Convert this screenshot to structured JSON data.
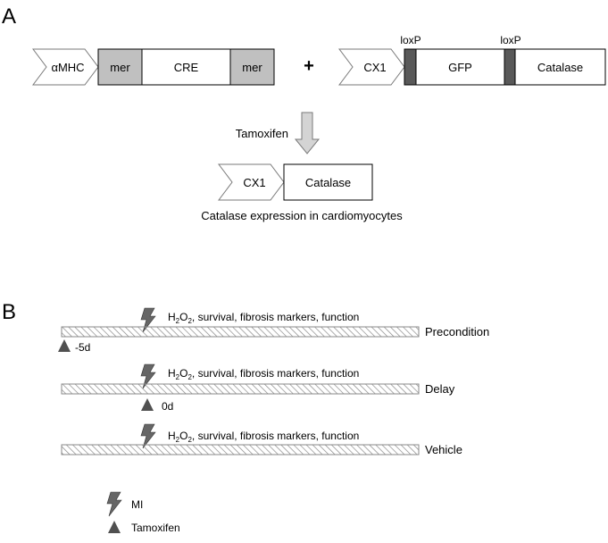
{
  "panel_a": {
    "label": "A",
    "construct1": {
      "promoter": "αMHC",
      "segments": [
        "mer",
        "CRE",
        "mer"
      ]
    },
    "plus": "+",
    "construct2": {
      "promoter": "CX1",
      "loxp_left": "loxP",
      "loxp_right": "loxP",
      "segments": [
        "GFP",
        "Catalase"
      ]
    },
    "treatment": "Tamoxifen",
    "result": {
      "promoter": "CX1",
      "segment": "Catalase"
    },
    "caption": "Catalase expression in cardiomyocytes"
  },
  "panel_b": {
    "label": "B",
    "readout_prefix": "H",
    "readout_sub1": "2",
    "readout_mid": "O",
    "readout_sub2": "2",
    "readout_suffix": ", survival, fibrosis markers, function",
    "timelines": [
      {
        "name": "Precondition",
        "tamoxifen_label": "-5d"
      },
      {
        "name": "Delay",
        "tamoxifen_label": "0d"
      },
      {
        "name": "Vehicle",
        "tamoxifen_label": ""
      }
    ],
    "legend": {
      "mi": "MI",
      "tamoxifen": "Tamoxifen"
    }
  },
  "colors": {
    "mer_fill": "#c0c0c0",
    "loxp_fill": "#595959",
    "arrow_fill": "#d4d4d4",
    "marker_fill": "#505050",
    "hatch": "#8a8a8a"
  }
}
